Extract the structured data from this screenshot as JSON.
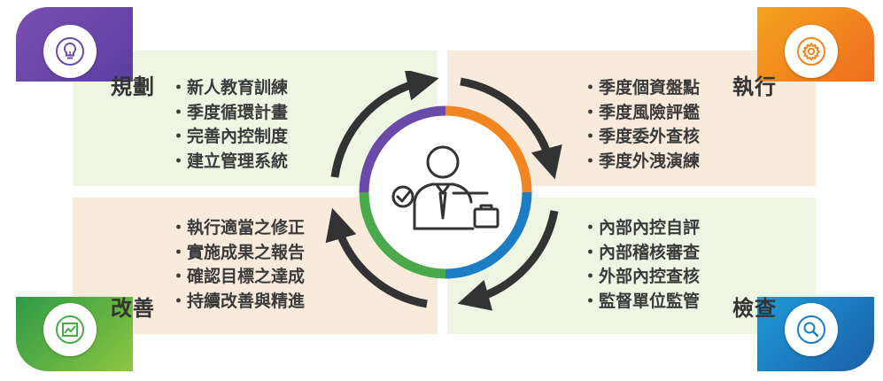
{
  "quadrants": {
    "plan": {
      "title": "規劃",
      "icon": "lightbulb-icon",
      "color": "#6a4aa8",
      "items": [
        "新人教育訓練",
        "季度循環計畫",
        "完善內控制度",
        "建立管理系統"
      ]
    },
    "execute": {
      "title": "執行",
      "icon": "gear-icon",
      "color": "#f2851f",
      "items": [
        "季度個資盤點",
        "季度風險評鑑",
        "季度委外查核",
        "季度外洩演練"
      ]
    },
    "check": {
      "title": "檢查",
      "icon": "magnifier-icon",
      "color": "#1c7dc4",
      "items": [
        "內部內控自評",
        "內部稽核審查",
        "外部內控查核",
        "監督單位監管"
      ]
    },
    "improve": {
      "title": "改善",
      "icon": "trend-chart-icon",
      "color": "#4aa94a",
      "items": [
        "執行適當之修正",
        "實施成果之報告",
        "確認目標之達成",
        "持續改善與精進"
      ]
    }
  },
  "center_icon": "person-check-briefcase-icon"
}
